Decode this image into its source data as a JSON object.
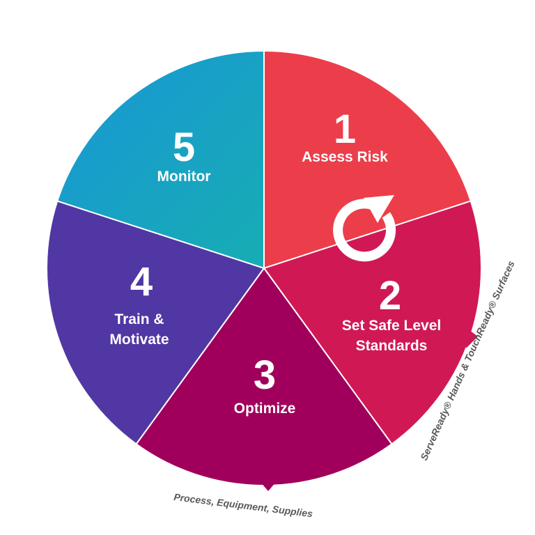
{
  "segments": [
    {
      "number": "1",
      "label_lines": [
        "Assess Risk"
      ],
      "color": "#ec3e4a"
    },
    {
      "number": "2",
      "label_lines": [
        "Set Safe Level",
        "Standards"
      ],
      "color": "#d01855"
    },
    {
      "number": "3",
      "label_lines": [
        "Optimize"
      ],
      "color": "#a0005c"
    },
    {
      "number": "4",
      "label_lines": [
        "Train &",
        "Motivate"
      ],
      "color": "#5137a3"
    },
    {
      "number": "5",
      "label_lines": [
        "Monitor"
      ],
      "color": "#1aa4ca"
    }
  ],
  "monitor_gradient": [
    "#1896d6",
    "#17adb3"
  ],
  "notes": {
    "segment2": "ServeReady® Hands & TouchReady® Surfaces",
    "segment3": "Process, Equipment, Supplies"
  },
  "cycle_icon": "circular-arrow-icon"
}
